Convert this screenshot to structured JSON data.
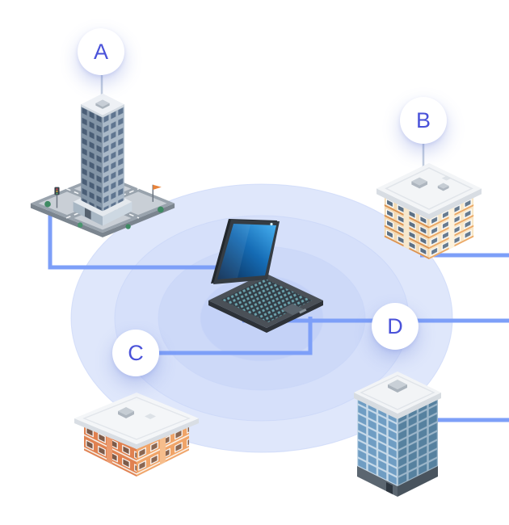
{
  "nodes": [
    {
      "id": "a",
      "label": "A",
      "building": "skyscraper-city-block"
    },
    {
      "id": "b",
      "label": "B",
      "building": "low-rise-office"
    },
    {
      "id": "c",
      "label": "C",
      "building": "low-rise-office"
    },
    {
      "id": "d",
      "label": "D",
      "building": "glass-tower"
    }
  ],
  "center": {
    "device": "laptop",
    "illustration": "laptop-with-signal-ripples"
  },
  "colors": {
    "connector": "#7d9ff8",
    "stem": "#c2cdde",
    "label_text": "#4a52d9",
    "label_bg": "#ffffff",
    "ripples": [
      "#dfe7fb",
      "#d6e0fa",
      "#cdd9f8",
      "#c4d2f7"
    ]
  }
}
